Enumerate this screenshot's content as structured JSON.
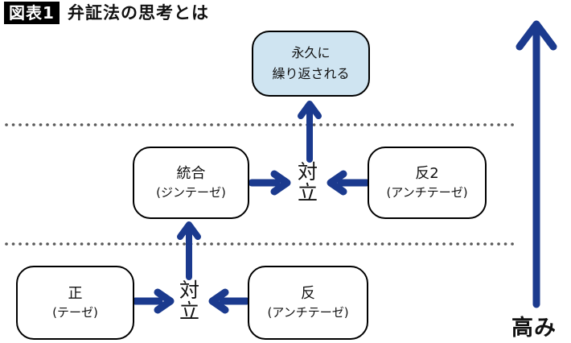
{
  "figure": {
    "label": "図表1",
    "title": "弁証法の思考とは"
  },
  "nodes": {
    "eternal": {
      "line1": "永久に",
      "line2": "繰り返される"
    },
    "synthesis": {
      "name": "統合",
      "reading": "(ジンテーゼ)"
    },
    "antithesis2": {
      "name": "反2",
      "reading": "(アンチテーゼ)"
    },
    "thesis": {
      "name": "正",
      "reading": "(テーゼ)"
    },
    "antithesis1": {
      "name": "反",
      "reading": "(アンチテーゼ)"
    },
    "conflict_upper": "対立",
    "conflict_lower": "対立"
  },
  "axis_label": "高み",
  "colors": {
    "arrow": "#1b3a8e",
    "highlight_fill": "#cfe4f1",
    "box_border": "#000000",
    "dotted_line": "#5a5a5a",
    "label_bg": "#000000",
    "label_text": "#ffffff"
  }
}
